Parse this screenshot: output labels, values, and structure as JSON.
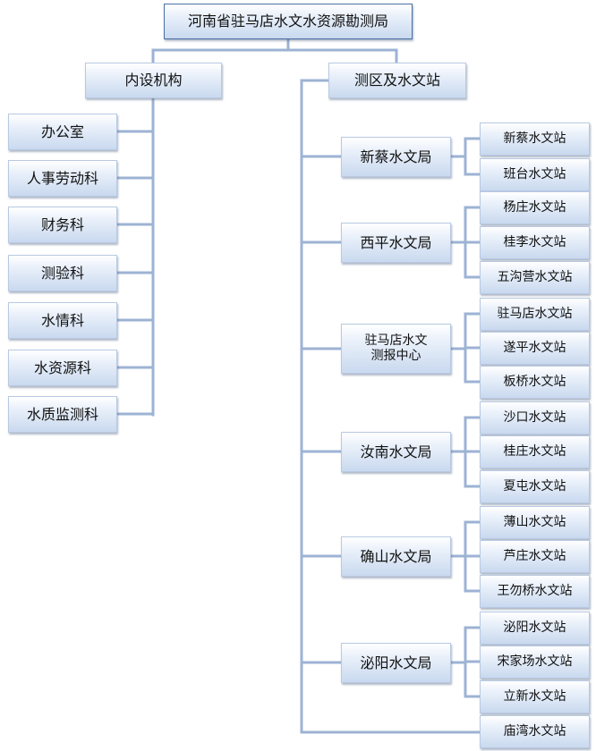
{
  "root": "河南省驻马店水文水资源勘测局",
  "internal": {
    "label": "内设机构",
    "departments": [
      "办公室",
      "人事劳动科",
      "财务科",
      "测验科",
      "水情科",
      "水资源科",
      "水质监测科"
    ]
  },
  "districts": {
    "label": "测区及水文站",
    "bureaus": [
      {
        "name": "新蔡水文局",
        "stations": [
          "新蔡水文站",
          "班台水文站"
        ]
      },
      {
        "name": "西平水文局",
        "stations": [
          "杨庄水文站",
          "桂李水文站",
          "五沟营水文站"
        ]
      },
      {
        "name": "驻马店水文\n测报中心",
        "stations": [
          "驻马店水文站",
          "遂平水文站",
          "板桥水文站"
        ]
      },
      {
        "name": "汝南水文局",
        "stations": [
          "沙口水文站",
          "桂庄水文站",
          "夏屯水文站"
        ]
      },
      {
        "name": "确山水文局",
        "stations": [
          "薄山水文站",
          "芦庄水文站",
          "王勿桥水文站"
        ]
      },
      {
        "name": "泌阳水文局",
        "stations": [
          "泌阳水文站",
          "宋家场水文站",
          "立新水文站"
        ]
      }
    ],
    "direct_station": "庙湾水文站"
  },
  "colors": {
    "connector": "#9db3d4",
    "root_border": "#4a6fa5"
  }
}
